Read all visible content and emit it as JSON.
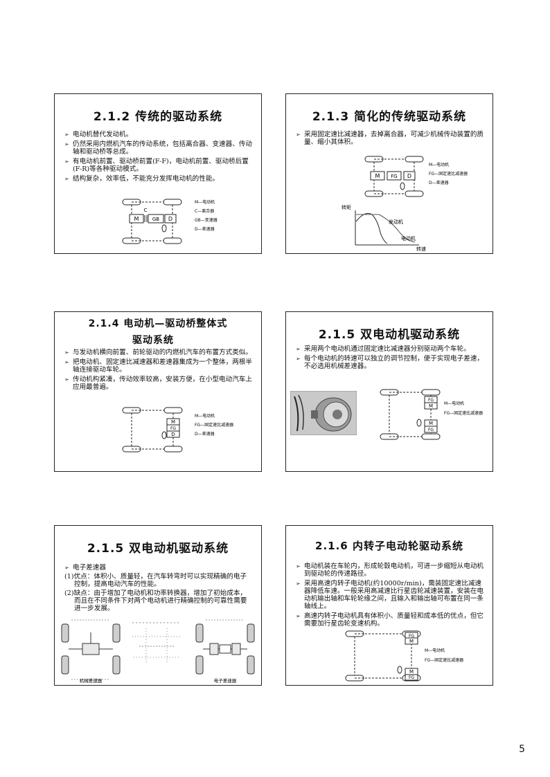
{
  "page_number": "5",
  "slides": [
    {
      "title": "2.1.2 传统的驱动系统",
      "bullets": [
        "电动机替代发动机。",
        "仍然采用内燃机汽车的传动系统，包括离合器、变速器、传动轴和驱动桥等总成。",
        "有电动机前置、驱动桥前置(F-F)，电动机前置、驱动桥后置(F-R)等各种驱动模式。",
        "结构复杂，效率低，不能充分发挥电动机的性能。"
      ],
      "diagram": {
        "boxes": [
          "M",
          "GB",
          "D"
        ],
        "clutch_label": "C",
        "legend": [
          "M—电动机",
          "C—离合器",
          "GB—变速器",
          "D—差速器"
        ]
      }
    },
    {
      "title": "2.1.3 简化的传统驱动系统",
      "bullets": [
        "采用固定速比减速器，去掉离合器，可减少机械传动装置的质量、缩小其体积。"
      ],
      "diagram": {
        "boxes": [
          "M",
          "FG",
          "D"
        ],
        "legend": [
          "M—电动机",
          "FG—固定速比减速器",
          "D—差速器"
        ]
      },
      "chart": {
        "ylabel": "转矩",
        "xlabel": "转速",
        "series_labels": [
          "发动机",
          "电动机"
        ]
      }
    },
    {
      "title_line1": "2.1.4 电动机—驱动桥整体式",
      "title_line2": "驱动系统",
      "bullets": [
        "与发动机横向前置、前轮驱动的内燃机汽车的布置方式类似。",
        "把电动机、固定速比减速器和差速器集成为一个整体，两根半轴连接驱动车轮。",
        "传动机构紧凑，传动效率较高，安装方便，在小型电动汽车上应用最普遍。"
      ],
      "diagram": {
        "boxes": [
          "M",
          "FG",
          "D"
        ],
        "legend": [
          "M—电动机",
          "FG—固定速比减速器",
          "D—差速器"
        ]
      }
    },
    {
      "title": "2.1.5 双电动机驱动系统",
      "bullets": [
        "采用两个电动机通过固定速比减速器分别驱动两个车轮。",
        "每个电动机的转速可以独立的调节控制，便于实现电子差速，不必选用机械差速器。"
      ],
      "diagram": {
        "top_boxes": [
          "FG",
          "M"
        ],
        "bottom_boxes": [
          "M",
          "FG"
        ],
        "legend": [
          "M—电动机",
          "FG—固定速比减速器"
        ]
      }
    },
    {
      "title": "2.1.5 双电动机驱动系统",
      "lead": "电子差速器",
      "paragraphs": [
        "(1)优点：体积小、质量轻，在汽车转弯时可以实现精确的电子控制，提高电动汽车的性能。",
        "(2)缺点：由于增加了电动机和功率转换器，增加了初始成本，而且在不同条件下对两个电动机进行精确控制的可靠性需要进一步发展。"
      ],
      "captions": [
        "机械差速器",
        "电子差速器"
      ]
    },
    {
      "title": "2.1.6 内转子电动轮驱动系统",
      "bullets": [
        "电动机装在车轮内，形成轮毂电动机，可进一步缩短从电动机到驱动轮的传递路径。",
        "采用高速内转子电动机(约10000r/min)，需装固定速比减速器降低车速。一般采用高减速比行星齿轮减速装置，安装在电动机输出轴和车轮轮缘之间，且输入和输出轴可布置在同一条轴线上。",
        "高速内转子电动机具有体积小、质量轻和成本低的优点，但它需要加行星齿轮变速机构。"
      ],
      "diagram": {
        "top_boxes": [
          "FG",
          "M"
        ],
        "bottom_boxes": [
          "M",
          "FG"
        ],
        "legend": [
          "M—电动机",
          "FG—固定速比减速器"
        ]
      }
    }
  ]
}
